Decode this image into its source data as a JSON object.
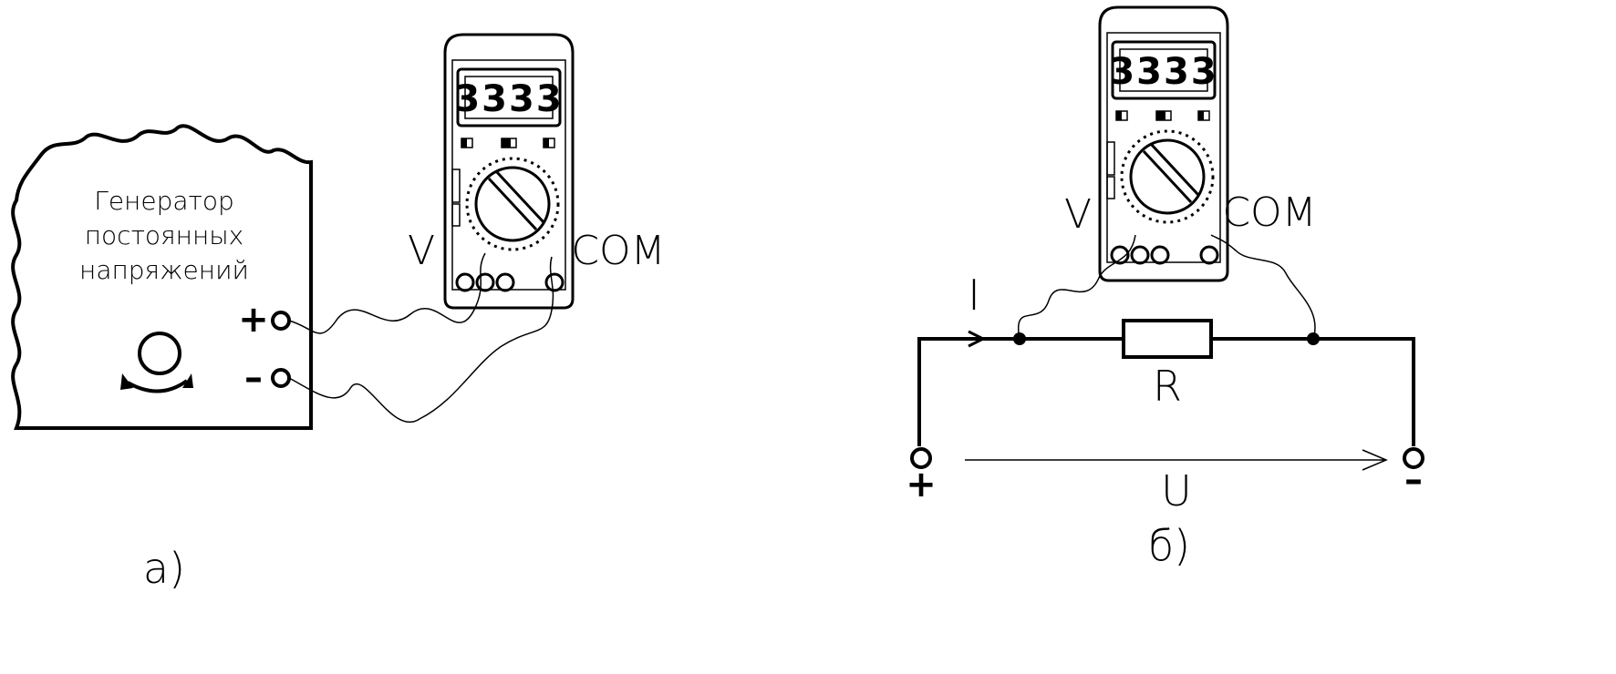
{
  "panel_a": {
    "generator_lines": [
      "Генератор",
      "постоянных",
      "напряжений"
    ],
    "plus": "+",
    "minus": "–",
    "v_label": "V",
    "com_label": "COM",
    "caption": "а)"
  },
  "panel_b": {
    "v_label": "V",
    "com_label": "COM",
    "current_label": "I",
    "resistor_label": "R",
    "voltage_label": "U",
    "plus": "+",
    "minus": "–",
    "caption": "б)"
  },
  "multimeter": {
    "display": "3333"
  }
}
